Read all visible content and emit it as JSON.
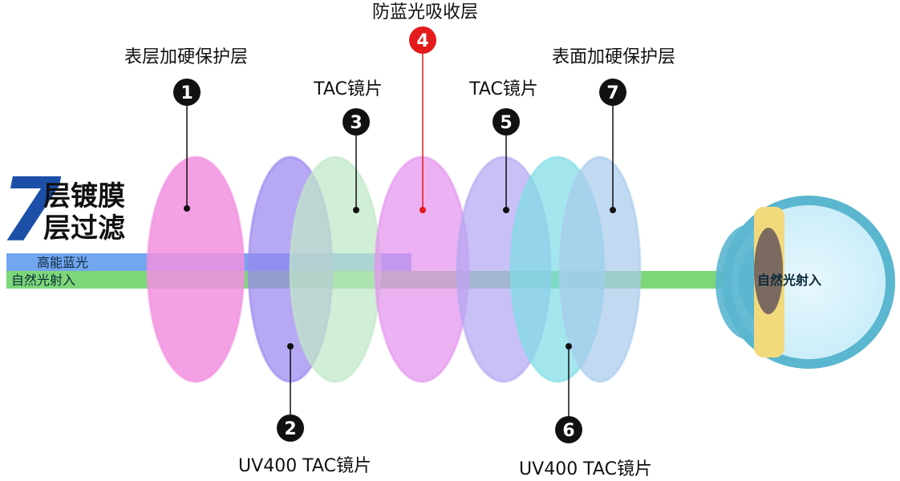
{
  "title": {
    "number": "7",
    "line1": "层镀膜",
    "line2": "层过滤"
  },
  "beams": {
    "blue_label": "高能蓝光",
    "natural_label": "自然光射入",
    "exit_label": "自然光射入"
  },
  "layers": [
    {
      "number": "1",
      "label": "表层加硬保护层",
      "color": "#f28fe0"
    },
    {
      "number": "2",
      "label": "UV400 TAC镜片",
      "color": "#9b86f0"
    },
    {
      "number": "3",
      "label": "TAC镜片",
      "color": "#bfe8c6"
    },
    {
      "number": "4",
      "label": "防蓝光吸收层",
      "color": "#e493ef"
    },
    {
      "number": "5",
      "label": "TAC镜片",
      "color": "#b3a8f2"
    },
    {
      "number": "6",
      "label": "UV400 TAC镜片",
      "color": "#7fdde6"
    },
    {
      "number": "7",
      "label": "表面加硬保护层",
      "color": "#a9cbec"
    }
  ],
  "colors": {
    "blue_beam": "#5b97ef",
    "natural_beam": "#6fd36a",
    "badge_default": "#111111",
    "badge_highlight": "#e31b1b",
    "eye_outer": "#5bb6cf",
    "eye_lens": "#f2d97c",
    "eye_iris": "#7a6a60"
  }
}
